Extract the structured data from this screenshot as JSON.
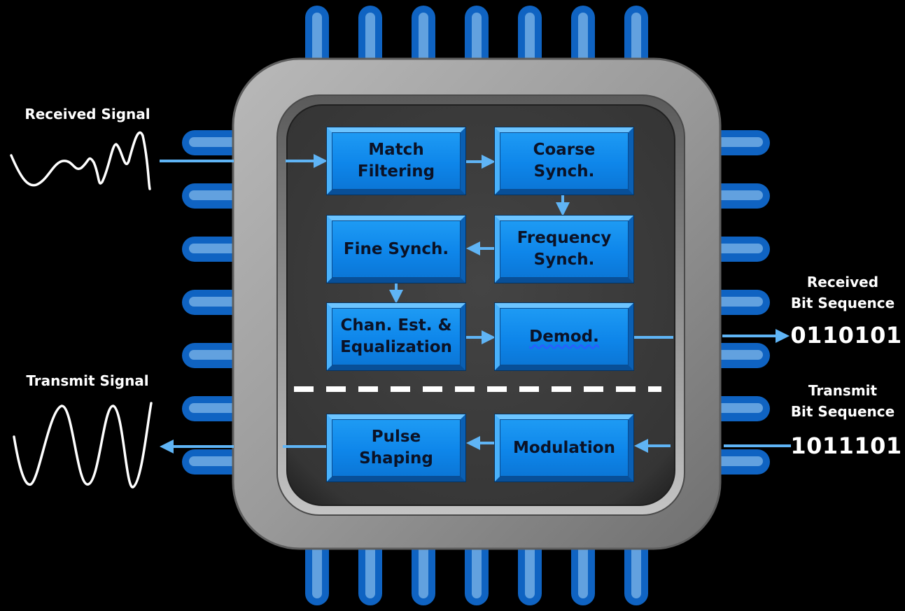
{
  "left_labels": {
    "received_signal": "Received Signal",
    "transmit_signal": "Transmit Signal"
  },
  "right_labels": {
    "received_bits_line1": "Received",
    "received_bits_line2": "Bit Sequence",
    "received_bits_value": "0110101",
    "transmit_bits_line1": "Transmit",
    "transmit_bits_line2": "Bit Sequence",
    "transmit_bits_value": "1011101"
  },
  "blocks": {
    "match_filtering": {
      "line1": "Match",
      "line2": "Filtering"
    },
    "coarse_synch": {
      "line1": "Coarse",
      "line2": "Synch."
    },
    "fine_synch": {
      "line1": "Fine Synch."
    },
    "frequency_synch": {
      "line1": "Frequency",
      "line2": "Synch."
    },
    "chan_est": {
      "line1": "Chan. Est. &",
      "line2": "Equalization"
    },
    "demod": {
      "line1": "Demod."
    },
    "pulse_shaping": {
      "line1": "Pulse",
      "line2": "Shaping"
    },
    "modulation": {
      "line1": "Modulation"
    }
  },
  "colors": {
    "background": "#000000",
    "chip_body": "#8e8e8e",
    "die": "#3a3a3a",
    "pin_dark": "#0f63c2",
    "pin_light": "#7fb6e8",
    "block_fill": "#1490f0",
    "arrow": "#5fb4f5",
    "text_white": "#ffffff"
  }
}
